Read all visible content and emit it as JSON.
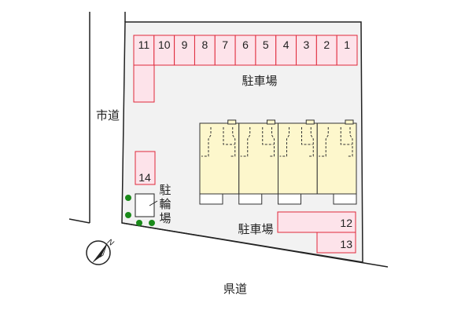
{
  "labels": {
    "parking_top": "駐車場",
    "parking_bottom": "駐車場",
    "city_road": "市道",
    "prefectural_road": "県道",
    "bicycle_parking": [
      "駐",
      "輪",
      "場"
    ],
    "compass_north": "N"
  },
  "parking_spaces": {
    "top_row": [
      "11",
      "10",
      "9",
      "8",
      "7",
      "6",
      "5",
      "4",
      "3",
      "2",
      "1"
    ],
    "left": "14",
    "bottom": [
      "12",
      "13"
    ]
  },
  "colors": {
    "lot": "#f2f2f2",
    "parking_fill": "#fde3ea",
    "parking_stroke": "#e0283a",
    "building": "#fdf7cc",
    "tree": "#1a8a1a"
  }
}
